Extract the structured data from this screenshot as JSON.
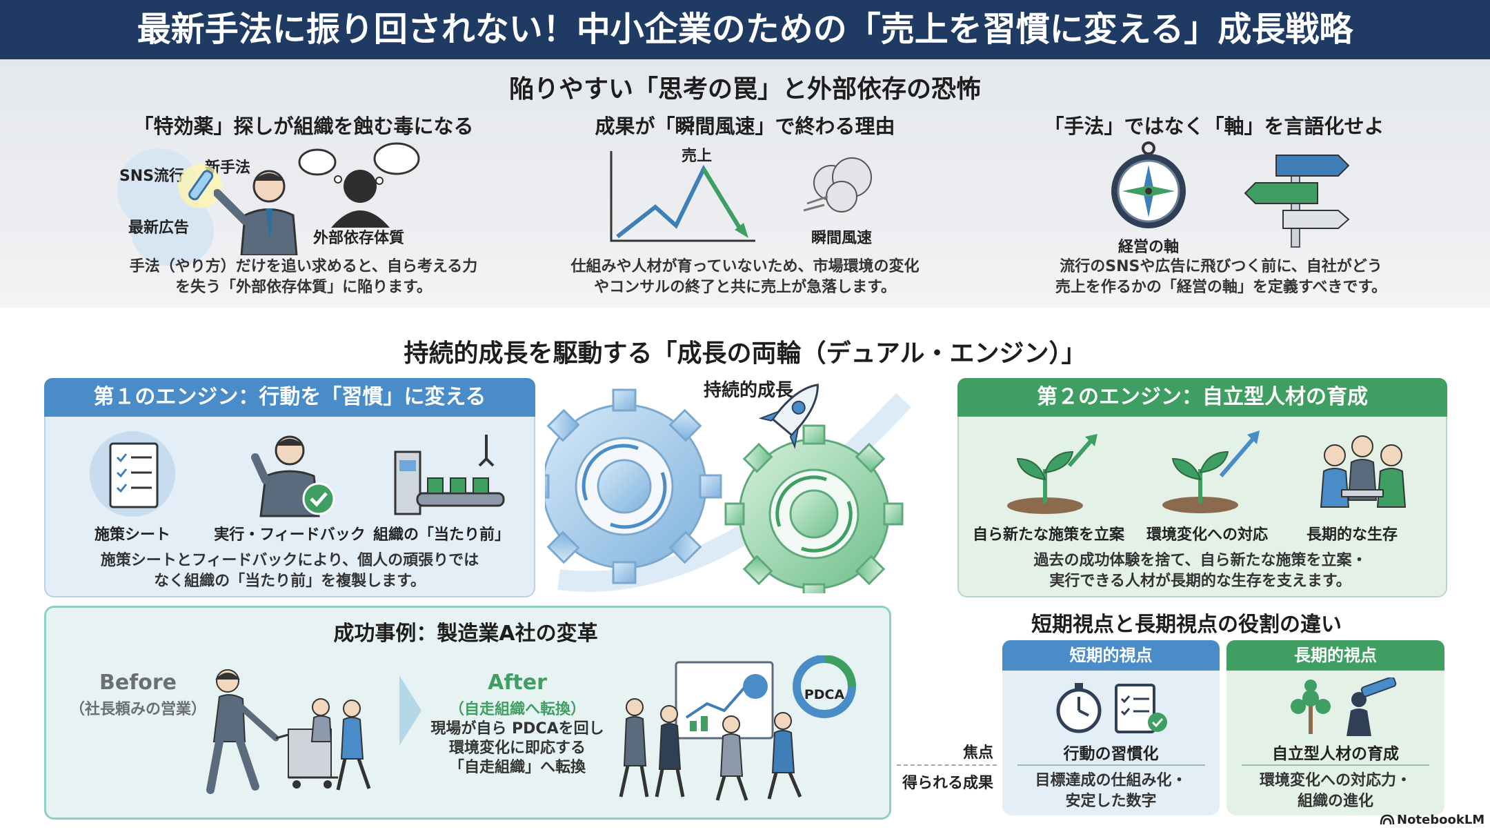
{
  "title": "最新手法に振り回されない！中小企業のための「売上を習慣に変える」成長戦略",
  "top": {
    "heading": "陥りやすい「思考の罠」と外部依存の恐怖",
    "col1": {
      "title": "「特効薬」探しが組織を蝕む毒になる",
      "tags": [
        "SNS流行",
        "新手法",
        "最新広告"
      ],
      "figure_label": "外部依存体質",
      "text_lines": [
        "手法（やり方）だけを追い求めると、自ら考える力",
        "を失う「外部依存体質」に陥ります。"
      ]
    },
    "col2": {
      "title": "成果が「瞬間風速」で終わる理由",
      "chart_label": "売上",
      "cloud_label": "瞬間風速",
      "text_lines": [
        "仕組みや人材が育っていないため、市場環境の変化",
        "やコンサルの終了と共に売上が急落します。"
      ]
    },
    "col3": {
      "title": "「手法」ではなく「軸」を言語化せよ",
      "compass_label": "経営の軸",
      "text_lines": [
        "流行のSNSや広告に飛びつく前に、自社がどう",
        "売上を作るかの「経営の軸」を定義すべきです。"
      ]
    }
  },
  "middle": {
    "heading": "持続的成長を駆動する「成長の両輪（デュアル・エンジン）」",
    "center_label": "持続的成長",
    "engine1": {
      "title": "第１のエンジン：行動を「習慣」に変える",
      "items": [
        "施策シート",
        "実行・フィードバック",
        "組織の「当たり前」"
      ],
      "text_lines": [
        "施策シートとフィードバックにより、個人の頑張りでは",
        "なく組織の「当たり前」を複製します。"
      ]
    },
    "engine2": {
      "title": "第２のエンジン：自立型人材の育成",
      "items": [
        "自ら新たな施策を立案",
        "環境変化への対応",
        "長期的な生存"
      ],
      "text_lines": [
        "過去の成功体験を捨て、自ら新たな施策を立案・",
        "実行できる人材が長期的な生存を支えます。"
      ]
    }
  },
  "case": {
    "title": "成功事例：製造業A社の変革",
    "before_label": "Before",
    "before_sub": "（社長頼みの営業）",
    "after_label": "After",
    "after_sub": "（自走組織へ転換）",
    "after_text_lines": [
      "現場が自ら PDCAを回し",
      "環境変化に即応する",
      "「自走組織」へ転換"
    ],
    "pdca_label": "PDCA"
  },
  "compare": {
    "title": "短期視点と長期視点の役割の違い",
    "row_labels": [
      "焦点",
      "得られる成果"
    ],
    "short": {
      "header": "短期的視点",
      "focus": "行動の習慣化",
      "result_lines": [
        "目標達成の仕組み化・",
        "安定した数字"
      ]
    },
    "long": {
      "header": "長期的視点",
      "focus": "自立型人材の育成",
      "result_lines": [
        "環境変化への対応力・",
        "組織の進化"
      ]
    }
  },
  "brand": "NotebookLM",
  "colors": {
    "title_bar": "#1f3b64",
    "blue_accent": "#4a8cc7",
    "green_accent": "#3f9e62",
    "chart_line": "#3f7fb8"
  }
}
